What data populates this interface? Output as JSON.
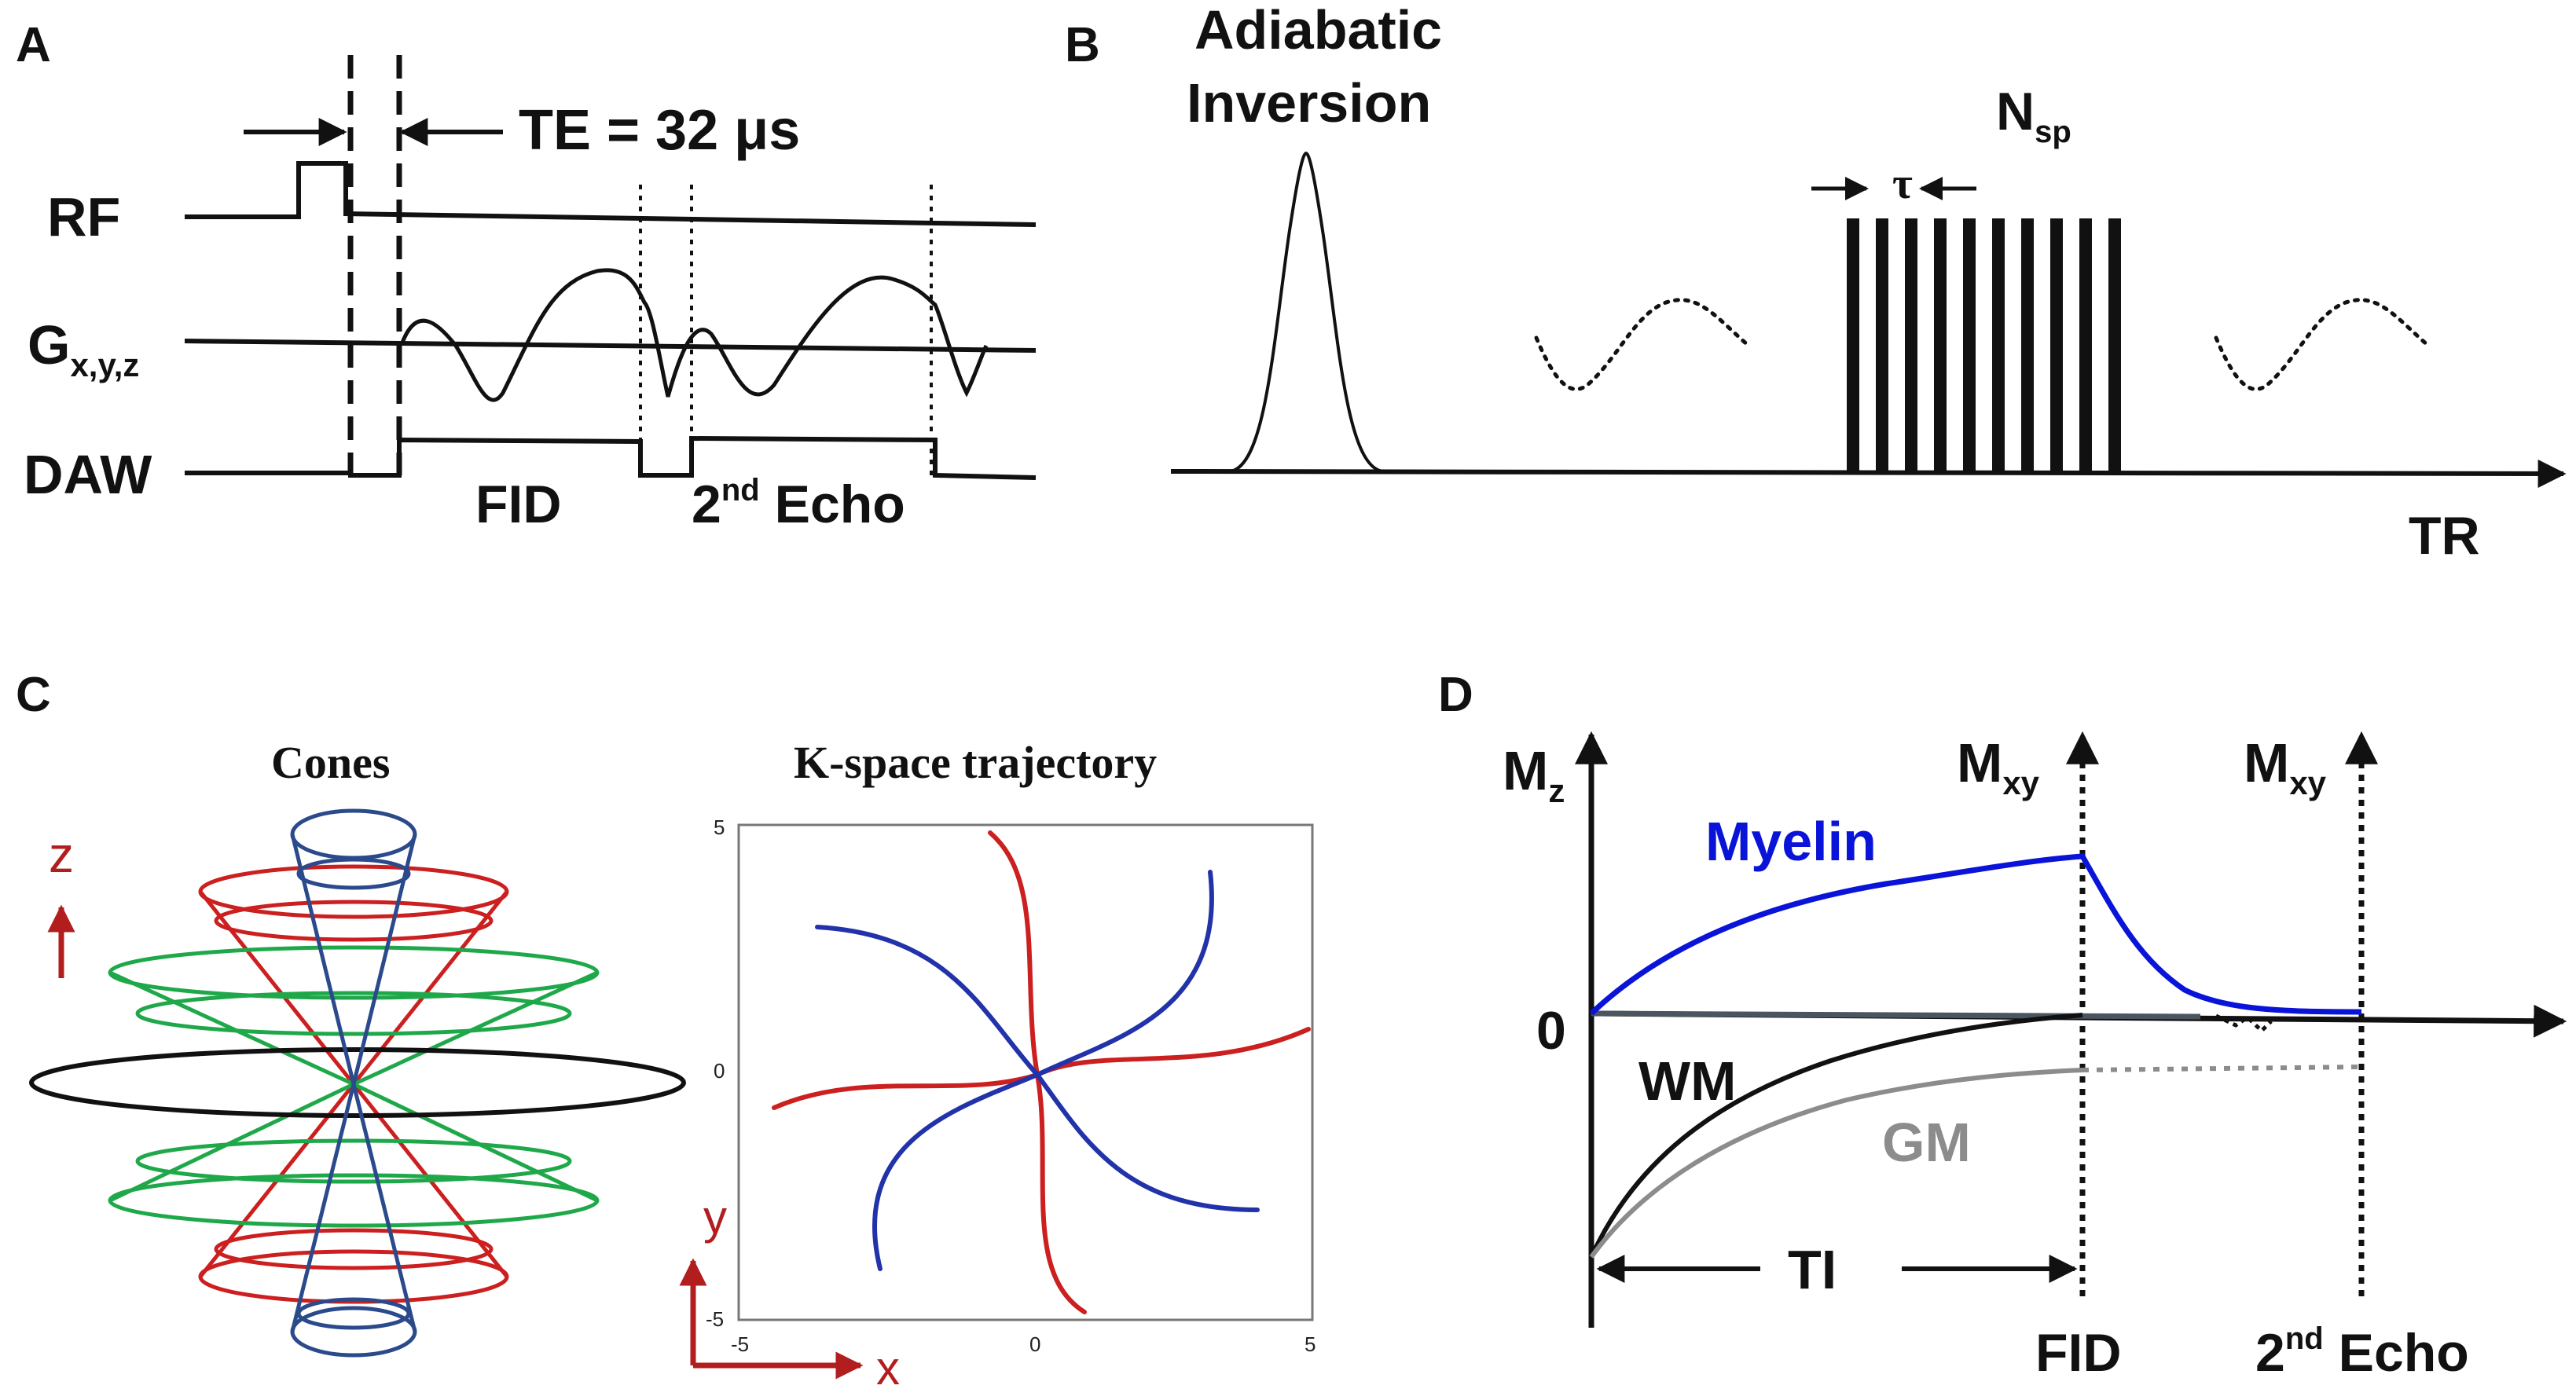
{
  "panels": {
    "a": {
      "letter": "A",
      "te_label": "TE = 32 μs",
      "rows": {
        "rf": "RF",
        "grad": "G",
        "grad_sub": "x,y,z",
        "daw": "DAW"
      },
      "fid": "FID",
      "echo_num": "2",
      "echo_sup": "nd",
      "echo_word": " Echo"
    },
    "b": {
      "letter": "B",
      "adiabatic_line1": "Adiabatic",
      "adiabatic_line2": "Inversion",
      "nsp": "N",
      "nsp_sub": "sp",
      "tau": "τ",
      "tr": "TR"
    },
    "c": {
      "letter": "C",
      "cones_title": "Cones",
      "kspace_title": "K-space trajectory",
      "axis_z": "z",
      "axis_y": "y",
      "axis_x": "x",
      "ticks_x": [
        "-5",
        "0",
        "5"
      ],
      "ticks_y": [
        "5",
        "0",
        "-5"
      ]
    },
    "d": {
      "letter": "D",
      "mz": "M",
      "mz_sub": "z",
      "mxy": "M",
      "mxy_sub": "xy",
      "zero": "0",
      "myelin": "Myelin",
      "wm": "WM",
      "gm": "GM",
      "ti": "TI",
      "fid": "FID",
      "echo_num": "2",
      "echo_sup": "nd",
      "echo_word": " Echo"
    }
  },
  "colors": {
    "myelin": "#0a14d8",
    "gm": "#8c8c8c",
    "cone_red": "#cc1f1f",
    "cone_green": "#1fa84a",
    "cone_blue": "#2b4a8c",
    "axis_red": "#b21e1e",
    "baseline": "#4a5560"
  }
}
